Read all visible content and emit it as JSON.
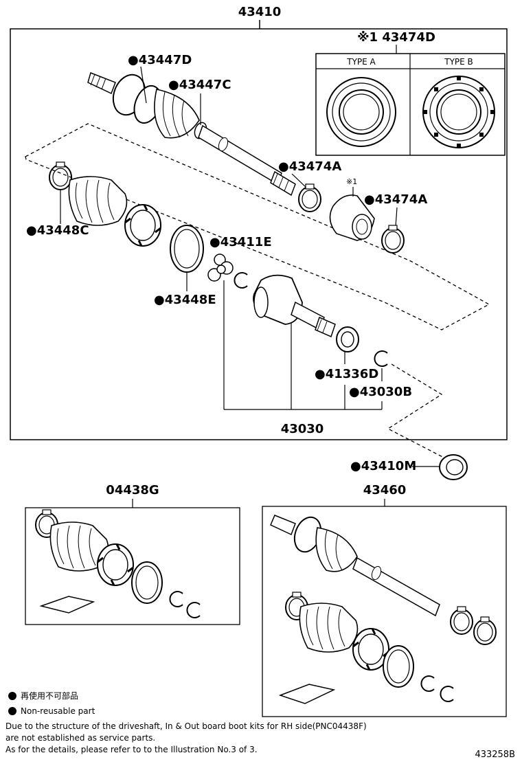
{
  "labels": {
    "assembly_main": "43410",
    "outer_boot_kit": "●43447D",
    "outer_clamp": "●43447C",
    "dust_deflector_group": "※1 43474D",
    "type_a": "TYPE A",
    "type_b": "TYPE B",
    "clamp_upper": "●43474A",
    "note_mark": "※1",
    "clamp_right": "●43474A",
    "inner_boot_clamp": "●43448C",
    "tripod_joint": "●43411E",
    "inner_boot_band": "●43448E",
    "oil_seal": "●41336D",
    "snap_ring": "●43030B",
    "inner_joint_assembly": "43030",
    "bearing": "●43410M",
    "kit_left": "04438G",
    "assembly_rh": "43460"
  },
  "legend": {
    "non_reusable_jp": "再使用不可部品",
    "non_reusable_en": "Non-reusable part"
  },
  "notes": [
    "Due to the structure of the driveshaft, In & Out board  boot kits for RH side(PNC04438F)",
    "are not established as service parts.",
    "As for the details, please refer to to the Illustration No.3 of 3."
  ],
  "figure_id": "433258B"
}
